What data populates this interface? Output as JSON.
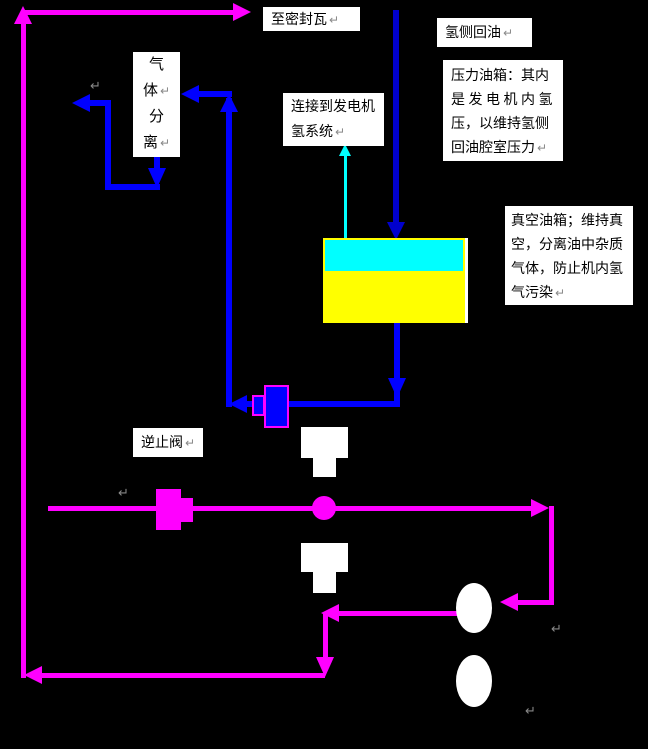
{
  "diagram": {
    "background_color": "#000000",
    "colors": {
      "pipe_magenta": "#FF00FF",
      "pipe_blue": "#0000FF",
      "pipe_dark_blue": "#0000CC",
      "pipe_cyan": "#00FFFF",
      "tank_gas_space": "#00FFFF",
      "tank_oil_space": "#FFFF00",
      "symbol_white": "#FFFFFF",
      "text_black": "#000000",
      "return_mark_gray": "#888888"
    },
    "labels": {
      "to_seal": {
        "text": "至密封瓦",
        "mark": "↵"
      },
      "h2_side_oil_return": {
        "text": "氢侧回油",
        "mark": "↵"
      },
      "gas_separation": {
        "chars": [
          "气",
          "体",
          "分",
          "离"
        ],
        "mark": "↵"
      },
      "connect_generator": {
        "lines": [
          "连接到发电机",
          "氢系统"
        ],
        "mark": "↵"
      },
      "pressure_tank_note": {
        "lines": [
          "压力油箱：其内",
          "是发电机内氢",
          "压，以维持氢侧",
          "回油腔室压力"
        ],
        "mark": "↵"
      },
      "vacuum_tank_note": {
        "lines": [
          "真空油箱；维持真",
          "空，分离油中杂质",
          "气体，防止机内氢",
          "气污染"
        ],
        "mark": "↵"
      },
      "check_valve": {
        "text": "逆止阀",
        "mark": "↵"
      }
    },
    "stray_marks": {
      "m1": "↵",
      "m2": "↵",
      "m3": "↵",
      "m4": "↵"
    }
  }
}
